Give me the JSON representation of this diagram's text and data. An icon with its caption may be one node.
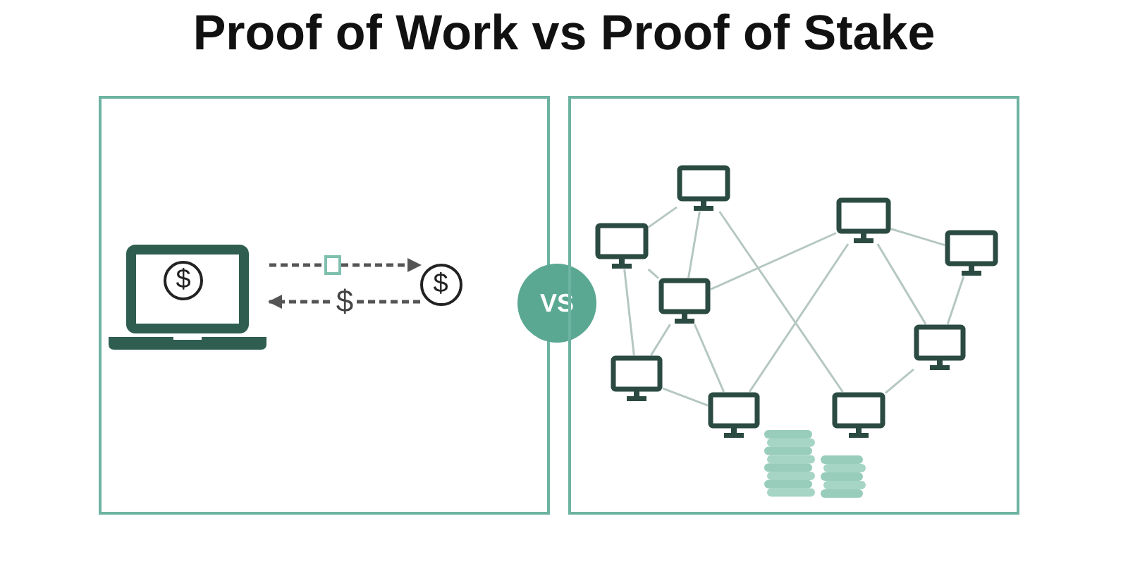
{
  "diagram": {
    "title": "Proof of Work vs Proof of Stake",
    "nodes": [
      {
        "text": [],
        "shape": "box"
      },
      {
        "text": [],
        "shape": "laptop",
        "in": 0
      },
      {
        "text": [
          "$"
        ],
        "in": 1
      },
      {
        "text": [],
        "shape": "box",
        "in": 0
      },
      {
        "text": [
          "$"
        ],
        "in": 0
      },
      {
        "text": [
          "VS"
        ]
      },
      {
        "text": [],
        "shape": "box"
      },
      {
        "text": [],
        "shape": "monitor",
        "in": 6
      },
      {
        "text": [],
        "shape": "monitor",
        "in": 6
      },
      {
        "text": [],
        "shape": "monitor",
        "in": 6
      },
      {
        "text": [],
        "shape": "monitor",
        "in": 6
      },
      {
        "text": [],
        "shape": "monitor",
        "in": 6
      },
      {
        "text": [],
        "shape": "monitor",
        "in": 6
      },
      {
        "text": [],
        "shape": "monitor",
        "in": 6
      },
      {
        "text": [],
        "shape": "monitor",
        "in": 6
      },
      {
        "text": [],
        "shape": "monitor",
        "in": 6
      }
    ],
    "edges": [
      {
        "from": 1,
        "to": 3,
        "arrow": "none",
        "style": "dashed",
        "color": "#555555"
      },
      {
        "from": 3,
        "to": 4,
        "arrow": "to",
        "style": "dashed",
        "color": "#555555"
      },
      {
        "from": 4,
        "to": 1,
        "arrow": "to",
        "style": "dashed",
        "label": "$",
        "color": "#555555"
      },
      {
        "from": 9,
        "to": 7,
        "arrow": "none"
      },
      {
        "from": 7,
        "to": 11,
        "arrow": "none"
      },
      {
        "from": 7,
        "to": 15,
        "arrow": "none"
      },
      {
        "from": 9,
        "to": 11,
        "arrow": "none"
      },
      {
        "from": 9,
        "to": 13,
        "arrow": "none"
      },
      {
        "from": 11,
        "to": 8,
        "arrow": "none"
      },
      {
        "from": 11,
        "to": 13,
        "arrow": "none"
      },
      {
        "from": 11,
        "to": 14,
        "arrow": "none"
      },
      {
        "from": 13,
        "to": 14,
        "arrow": "none"
      },
      {
        "from": 8,
        "to": 14,
        "arrow": "none"
      },
      {
        "from": 8,
        "to": 10,
        "arrow": "none"
      },
      {
        "from": 8,
        "to": 12,
        "arrow": "none"
      },
      {
        "from": 10,
        "to": 12,
        "arrow": "none"
      },
      {
        "from": 12,
        "to": 15,
        "arrow": "none"
      }
    ]
  }
}
